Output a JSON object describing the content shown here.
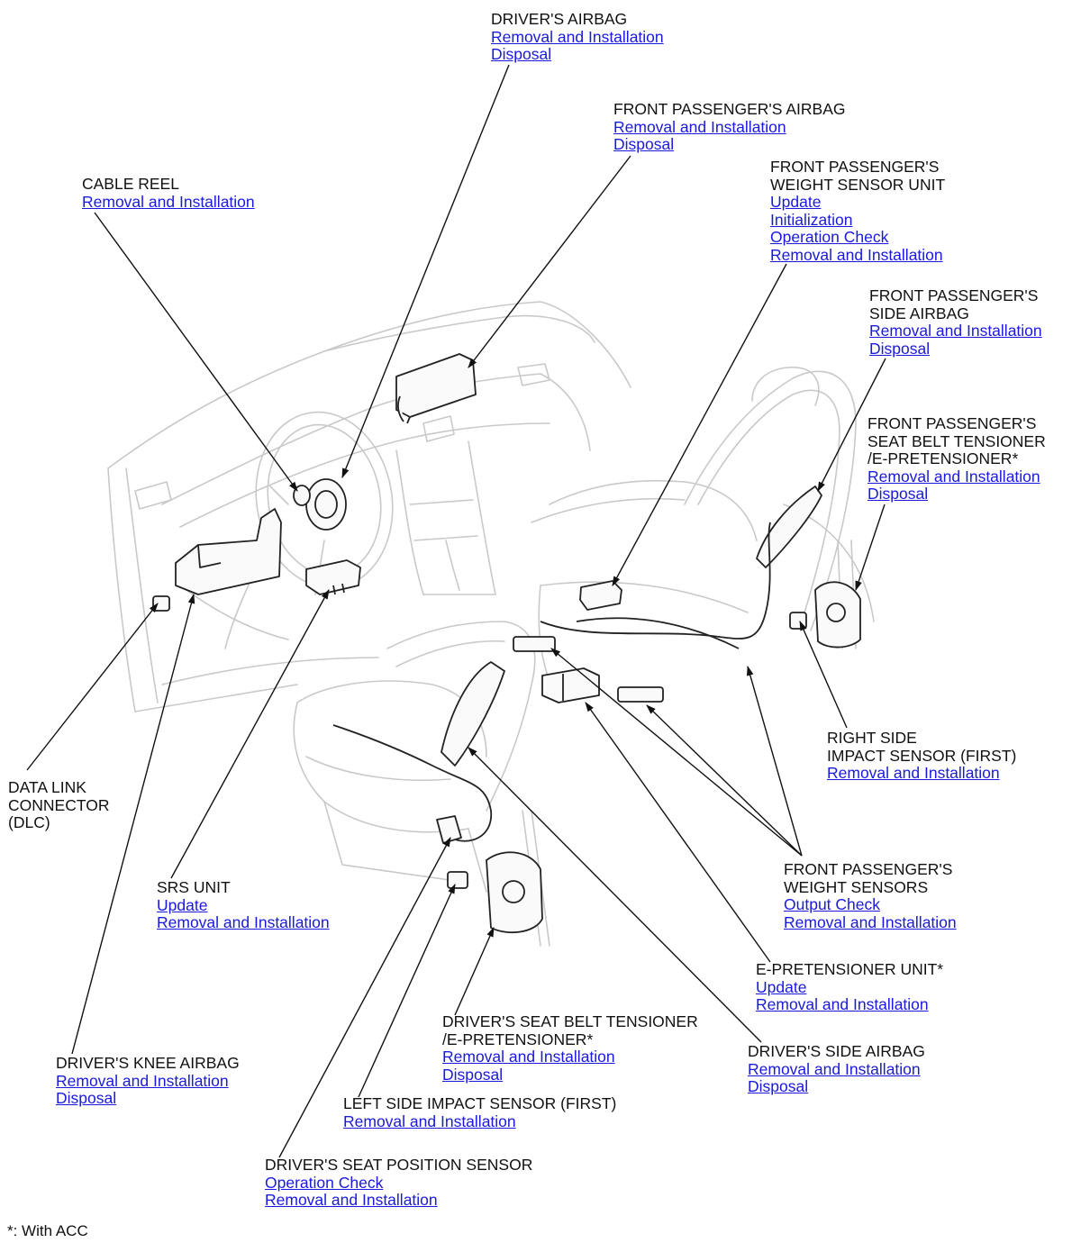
{
  "colors": {
    "link": "#1a1adc",
    "text": "#111111",
    "sketch": "#c8c8c8",
    "component": "#222222"
  },
  "labels": {
    "drivers_airbag": {
      "title": [
        "DRIVER'S AIRBAG"
      ],
      "links": [
        "Removal and Installation",
        "Disposal"
      ]
    },
    "front_passengers_airbag": {
      "title": [
        "FRONT PASSENGER'S AIRBAG"
      ],
      "links": [
        "Removal and Installation",
        "Disposal"
      ]
    },
    "cable_reel": {
      "title": [
        "CABLE REEL"
      ],
      "links": [
        "Removal and Installation"
      ]
    },
    "weight_sensor_unit": {
      "title": [
        "FRONT PASSENGER'S",
        "WEIGHT SENSOR UNIT"
      ],
      "links": [
        "Update",
        "Initialization",
        "Operation Check",
        "Removal and Installation"
      ]
    },
    "passenger_side_airbag": {
      "title": [
        "FRONT PASSENGER'S",
        "SIDE AIRBAG"
      ],
      "links": [
        "Removal and Installation",
        "Disposal"
      ]
    },
    "passenger_seat_belt_tensioner": {
      "title": [
        "FRONT PASSENGER'S",
        "SEAT BELT TENSIONER",
        "/E-PRETENSIONER*"
      ],
      "links": [
        "Removal and Installation",
        "Disposal"
      ]
    },
    "right_side_impact_sensor": {
      "title": [
        "RIGHT SIDE",
        "IMPACT SENSOR (FIRST)"
      ],
      "links": [
        "Removal and Installation"
      ]
    },
    "data_link_connector": {
      "title": [
        "DATA LINK",
        "CONNECTOR",
        "(DLC)"
      ],
      "links": []
    },
    "weight_sensors": {
      "title": [
        "FRONT PASSENGER'S",
        "WEIGHT SENSORS"
      ],
      "links": [
        "Output Check",
        "Removal and Installation"
      ]
    },
    "srs_unit": {
      "title": [
        "SRS UNIT"
      ],
      "links": [
        "Update",
        "Removal and Installation"
      ]
    },
    "e_pretensioner_unit": {
      "title": [
        "E-PRETENSIONER UNIT*"
      ],
      "links": [
        "Update",
        "Removal and Installation"
      ]
    },
    "drivers_seat_belt_tensioner": {
      "title": [
        "DRIVER'S SEAT BELT TENSIONER",
        "/E-PRETENSIONER*"
      ],
      "links": [
        "Removal and Installation",
        "Disposal"
      ]
    },
    "drivers_side_airbag": {
      "title": [
        "DRIVER'S SIDE AIRBAG"
      ],
      "links": [
        "Removal and Installation",
        "Disposal"
      ]
    },
    "drivers_knee_airbag": {
      "title": [
        "DRIVER'S KNEE AIRBAG"
      ],
      "links": [
        "Removal and Installation",
        "Disposal"
      ]
    },
    "left_side_impact_sensor": {
      "title": [
        "LEFT SIDE IMPACT SENSOR (FIRST)"
      ],
      "links": [
        "Removal and Installation"
      ]
    },
    "drivers_seat_position_sensor": {
      "title": [
        "DRIVER'S SEAT POSITION SENSOR"
      ],
      "links": [
        "Operation Check",
        "Removal and Installation"
      ]
    }
  },
  "footnote": "*: With ACC"
}
